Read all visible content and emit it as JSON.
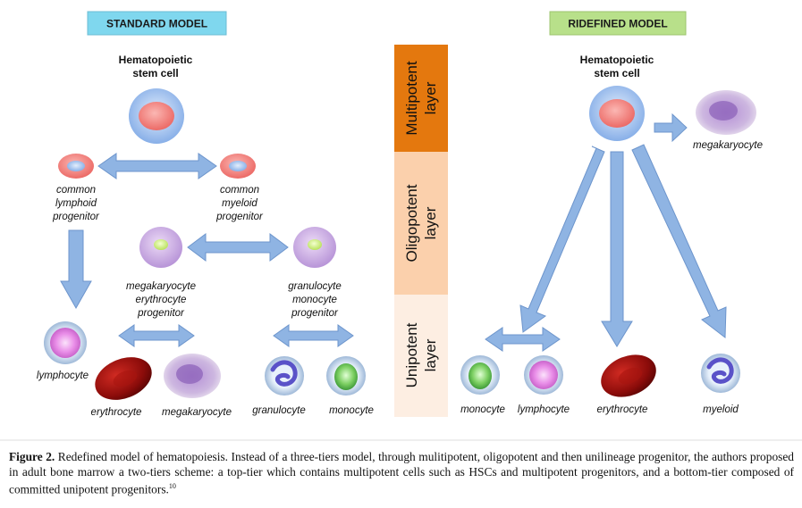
{
  "standard": {
    "title": "STANDARD MODEL",
    "hsc_label": [
      "Hematopoietic",
      "stem cell"
    ],
    "clp_label": [
      "common",
      "lymphoid",
      "progenitor"
    ],
    "cmp_label": [
      "common",
      "myeloid",
      "progenitor"
    ],
    "mep_label": [
      "megakaryocyte",
      "erythrocyte",
      "progenitor"
    ],
    "gmp_label": [
      "granulocyte",
      "monocyte",
      "progenitor"
    ],
    "cells": [
      "lymphocyte",
      "erythrocyte",
      "megakaryocyte",
      "granulocyte",
      "monocyte"
    ]
  },
  "layers": [
    "Multipotent layer",
    "Oligopotent layer",
    "Unipotent layer"
  ],
  "redefined": {
    "title": "RIDEFINED MODEL",
    "hsc_label": [
      "Hematopoietic",
      "stem cell"
    ],
    "cells": [
      "megakaryocyte",
      "monocyte",
      "lymphocyte",
      "erythrocyte",
      "myeloid"
    ]
  },
  "caption": {
    "label": "Figure 2.",
    "text": " Redefined model of hematopoiesis. Instead of a three-tiers model, through mulitipotent, oligopotent and then unilineage progenitor, the authors proposed in adult bone marrow a two-tiers scheme: a top-tier which contains multipotent cells such as HSCs and multipotent progenitors, and a bottom-tier composed of committed unipotent progenitors.",
    "ref": "10"
  },
  "colors": {
    "arrow": "#8fb4e3",
    "arrow_stroke": "#6d95cc",
    "standard_tab": "#7fd7ee",
    "redefined_tab": "#b8e08a",
    "multipotent": "#e4780e",
    "oligopotent": "#fbd0ac",
    "unipotent": "#fdeee2"
  }
}
